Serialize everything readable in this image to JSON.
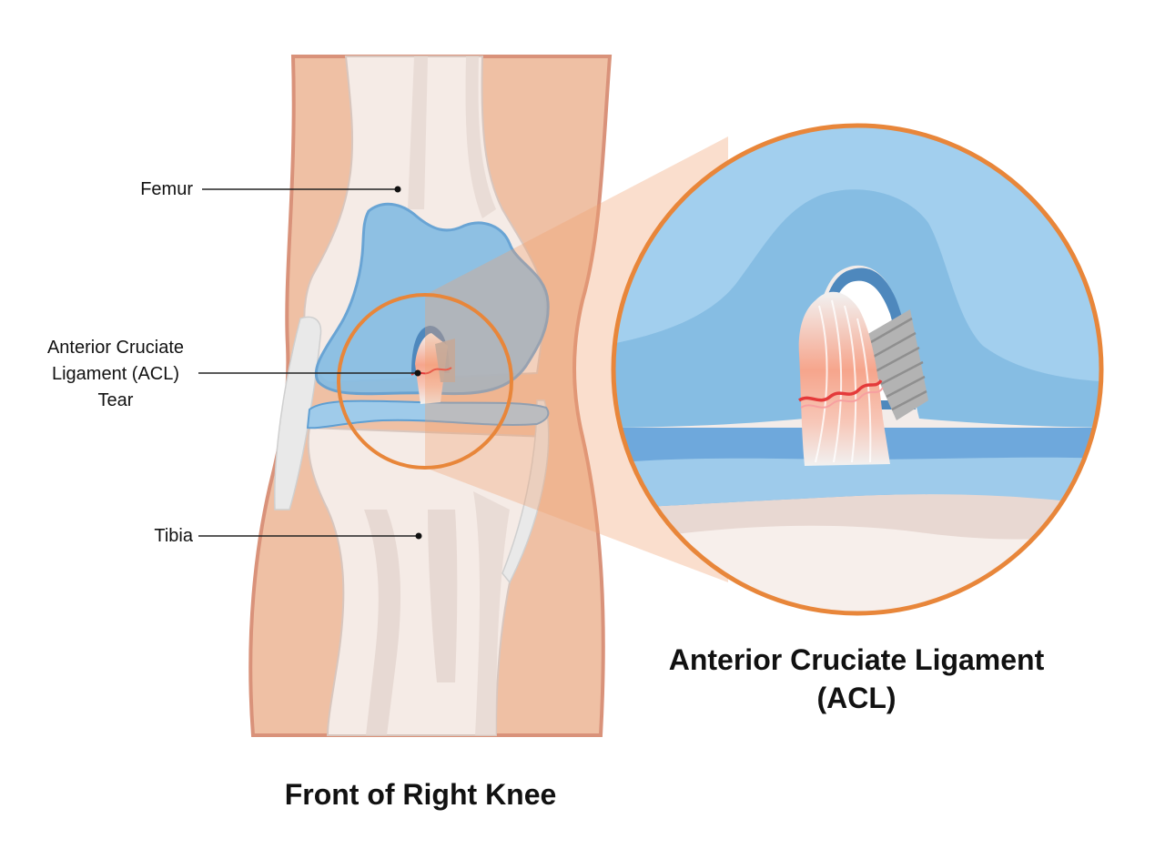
{
  "labels": {
    "femur": "Femur",
    "acl_tear": [
      "Anterior Cruciate",
      "Ligament (ACL)",
      "Tear"
    ],
    "tibia": "Tibia"
  },
  "titles": {
    "zoom_title": [
      "Anterior Cruciate Ligament",
      "(ACL)"
    ],
    "knee_title": "Front of Right Knee"
  },
  "colors": {
    "skin": "#efc0a4",
    "skin_outline": "#d9927a",
    "bone": "#f5ebe6",
    "bone_shadow": "#e0d2cc",
    "cartilage": "#86bde3",
    "cartilage_dark": "#5e9fd3",
    "zoom_ring": "#e8863a",
    "tear": "#e43a3a"
  }
}
